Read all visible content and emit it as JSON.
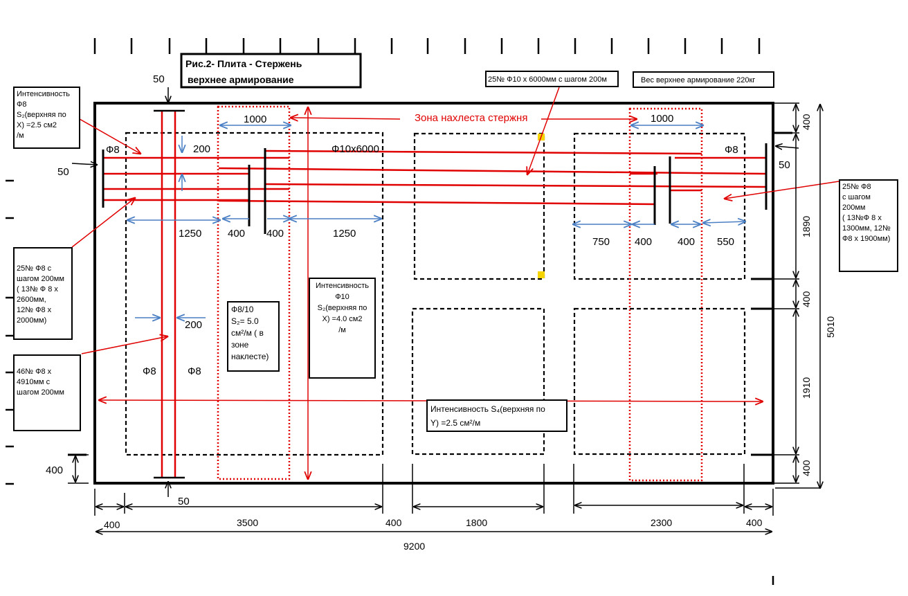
{
  "title": {
    "line1": "Рис.2- Плита - Стержень",
    "line2": "верхнее армирование"
  },
  "notes": {
    "rebar_phi10": "25№ Ф10 х 6000мм с шагом 200м",
    "weight": "Вес верхнее армирование 220кг",
    "overlap_zone": "Зона нахлеста стержня",
    "intensity_phi8": [
      "Интенсивность",
      "Ф8",
      "S₂(верхняя по",
      "X)    =2.5 см2",
      "/м"
    ],
    "rebar_25_left": [
      "25№ Ф8 с",
      "шагом 200мм",
      "( 13№ Ф 8 х",
      "2600мм,",
      "12№ Ф8 х",
      "2000мм)"
    ],
    "rebar_46": [
      "46№ Ф8 х",
      "4910мм с",
      "шагом 200мм"
    ],
    "phi8_10": [
      "Ф8/10",
      "S₂= 5.0",
      "см²/м ( в",
      "зоне",
      "наклесте)"
    ],
    "intensity_phi10": [
      "Интенсивность",
      "Ф10",
      "S₂(верхняя по",
      "X)     =4.0 см2",
      "/м"
    ],
    "intensity_s4": [
      "Интенсивность S₄(верхняя по",
      "Y) =2.5 см²/м"
    ],
    "rebar_25_right": [
      "25№ Ф8",
      "с шагом",
      "200мм",
      "( 13№Ф 8 х",
      "1300мм, 12№",
      "Ф8 х 1900мм)"
    ]
  },
  "labels": {
    "phi8": "Ф8",
    "phi10x6000": "Ф10х6000",
    "d50": "50",
    "d200": "200",
    "d1000": "1000",
    "d1250": "1250",
    "d400": "400",
    "d750": "750",
    "d550": "550",
    "d3500": "3500",
    "d1800": "1800",
    "d2300": "2300",
    "d9200": "9200",
    "d1890": "1890",
    "d1910": "1910",
    "d5010": "5010"
  },
  "colors": {
    "rebar": "#e00000",
    "dim_arrow": "#4a7fc4",
    "accent": "#f5d400"
  }
}
